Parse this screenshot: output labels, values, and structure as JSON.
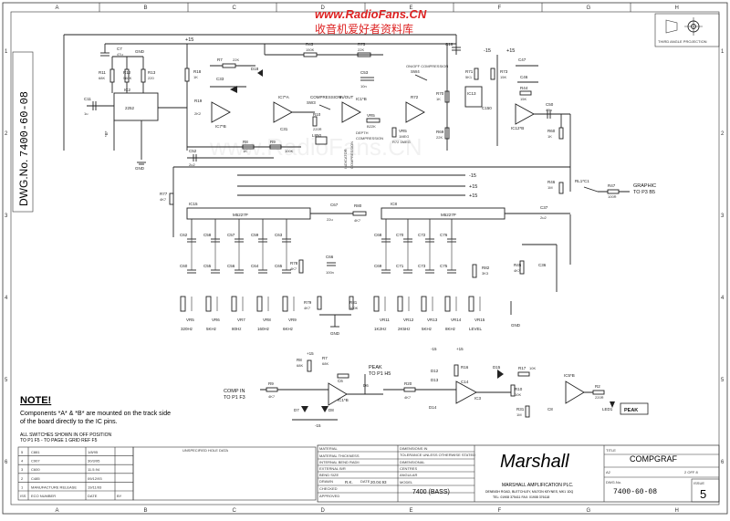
{
  "header": {
    "watermark_site": "www.RadioFans.CN",
    "watermark_cn": "收音机爱好者资料库",
    "third_angle": "THIRD ANGLE PROJECTION"
  },
  "side": {
    "dwg_label": "DWG.No.",
    "dwg_no": "7400-60-08"
  },
  "grid": {
    "cols": [
      "A",
      "B",
      "C",
      "D",
      "E",
      "F",
      "G",
      "H"
    ],
    "rows": [
      "1",
      "2",
      "3",
      "4",
      "5",
      "6"
    ]
  },
  "circuit": {
    "supplies": {
      "pos": "+15",
      "neg": "-15",
      "gnd": "GND"
    },
    "components_top": [
      {
        "ref": "C7",
        "val": "47u"
      },
      {
        "ref": "R11",
        "val": "68K"
      },
      {
        "ref": "R12",
        "val": "560K"
      },
      {
        "ref": "R13",
        "val": "220"
      },
      {
        "ref": "R18",
        "val": "1K"
      },
      {
        "ref": "R7",
        "val": "22K"
      },
      {
        "ref": "R43",
        "val": "150K"
      },
      {
        "ref": "R75",
        "val": "22K"
      },
      {
        "ref": "C53",
        "val": "10n"
      },
      {
        "ref": "R19",
        "val": "2K2"
      },
      {
        "ref": "D18",
        "val": ""
      },
      {
        "ref": "C33",
        "val": ""
      },
      {
        "ref": "C11",
        "val": "1u"
      },
      {
        "ref": "IC2",
        "val": "2252"
      },
      {
        "ref": "IC7*A",
        "val": ""
      },
      {
        "ref": "IC7*B",
        "val": ""
      },
      {
        "ref": "C31",
        "val": ""
      },
      {
        "ref": "R10",
        "val": "220R"
      },
      {
        "ref": "IC1*B",
        "val": ""
      },
      {
        "ref": "VR5",
        "val": "B22K"
      },
      {
        "ref": "R72",
        "val": "1MEG"
      },
      {
        "ref": "IC1A*A",
        "val": ""
      },
      {
        "ref": "R70",
        "val": "1K"
      },
      {
        "ref": "R69",
        "val": "22K"
      },
      {
        "ref": "C16",
        "val": "100u"
      },
      {
        "ref": "R71",
        "val": "5K1"
      },
      {
        "ref": "R73",
        "val": "15K"
      },
      {
        "ref": "IC13",
        "val": ""
      },
      {
        "ref": "C47",
        "val": ""
      },
      {
        "ref": "C46",
        "val": ""
      },
      {
        "ref": "R44",
        "val": "15K"
      },
      {
        "ref": "C150",
        "val": ""
      },
      {
        "ref": "IC12*B",
        "val": ""
      },
      {
        "ref": "C50",
        "val": "47u"
      },
      {
        "ref": "R60",
        "val": "1K"
      },
      {
        "ref": "C52",
        "val": "2u2"
      },
      {
        "ref": "R8",
        "val": "1K"
      },
      {
        "ref": "R9",
        "val": "100K"
      },
      {
        "ref": "L850",
        "val": ""
      },
      {
        "ref": "D",
        "val": ""
      }
    ],
    "annotations": {
      "compression": "COMPRESSION",
      "compression_in_out": "IN/OUT",
      "sw3": "SW3",
      "indicator_led": "INDICATOR",
      "compression_v": "COMPRESSION",
      "depth": "DEPTH",
      "compression2": "COMPRESSION",
      "on_off_compression": "ON/OFF COMPRESSION",
      "sw4": "SW4",
      "graphic_out": "GRAPHIC",
      "to_p3": "TO P3 B5",
      "rl": "RL1*C1",
      "r46": "R46",
      "r46v": "1M",
      "r47": "R47",
      "r47v": "100R"
    },
    "eq_left": {
      "ic": "IC15",
      "chip": "M5227P",
      "c67": "C67",
      "c67v": "22u",
      "r77": "R77",
      "r77v": "4K7",
      "pots": [
        {
          "ref": "VR5",
          "freq": "320Hz"
        },
        {
          "ref": "VR6",
          "freq": "5KHz"
        },
        {
          "ref": "VR7",
          "freq": "80Hz"
        },
        {
          "ref": "VR8",
          "freq": "160Hz"
        },
        {
          "ref": "VR9",
          "freq": "6KHz"
        }
      ],
      "caps": [
        "C62",
        "C58",
        "C57",
        "C59",
        "C63",
        "C60",
        "C55",
        "C56",
        "C64",
        "C65"
      ],
      "r78": "R78",
      "r78v": "4K7",
      "c66": "C66",
      "c66v": "100n"
    },
    "eq_right": {
      "ic": "IC8",
      "chip": "M5227P",
      "r80": "R80",
      "r80v": "4K7",
      "c37": "C37",
      "c37v": "2u2",
      "pots": [
        {
          "ref": "VR11",
          "freq": "1K2Hz"
        },
        {
          "ref": "VR12",
          "freq": "2K5Hz"
        },
        {
          "ref": "VR13",
          "freq": "5KHz"
        },
        {
          "ref": "VR14",
          "freq": "8KHz"
        },
        {
          "ref": "VR15",
          "freq": "LEVEL"
        }
      ],
      "caps": [
        "C68",
        "C70",
        "C72",
        "C76",
        "C69",
        "C71",
        "C73",
        "C75"
      ],
      "r82": "R82",
      "r82v": "3K3",
      "r45": "R45",
      "r45v": "4K7",
      "c36": "C36"
    },
    "mid": {
      "r79": "R79",
      "r79v": "4K7",
      "r81": "R81",
      "r81v": "100K",
      "gnd": "GND"
    },
    "bottom_left": {
      "comp_in": "COMP IN",
      "to_pins": "TO P1 F3",
      "r9": "R9",
      "r9v": "4K7",
      "r8": "R8",
      "r8v": "68K",
      "r7": "R7",
      "r7v": "68K",
      "c6": "C6",
      "ic1b": "IC1*B",
      "r6": "R6",
      "d6": "D6",
      "d7": "D7",
      "d8": "D8",
      "peak_to": "PEAK",
      "peak_to2": "TO P1 H5"
    },
    "bottom_right": {
      "r20": "R20",
      "r20v": "4K7",
      "d12": "D12",
      "d13": "D13",
      "d14": "D14",
      "r16": "R16",
      "c14": "C14",
      "ic3": "IC3",
      "d15": "D15",
      "r17": "R17",
      "r17v": "10K",
      "r10": "R10",
      "r10v": "10K",
      "r31": "R31",
      "r31v": "1M",
      "c8": "C8",
      "ic5b": "IC5*B",
      "r2": "R2",
      "r2v": "220R",
      "led1": "LED1",
      "peak_box": "PEAK"
    }
  },
  "note": {
    "title": "NOTE!",
    "body": "Components *A* & *B* are mounted on the track side of the board directly to the IC pins.",
    "switch": "ALL SWITCHES SHOWN IN OFF POSITION",
    "ref": "TO P1 F5 - TO PAGE 1 GRID REF F5"
  },
  "revisions": {
    "header": [
      "ISS",
      "ECO NUMBER",
      "DATE",
      "BY"
    ],
    "rows": [
      {
        "iss": "5",
        "eco": "C881",
        "date": "1/8/95",
        "by": ""
      },
      {
        "iss": "4",
        "eco": "C907",
        "date": "30/3/95",
        "by": ""
      },
      {
        "iss": "3",
        "eco": "C600",
        "date": "11.5.94",
        "by": ""
      },
      {
        "iss": "2",
        "eco": "C485",
        "date": "09/12/93",
        "by": ""
      },
      {
        "iss": "1",
        "eco": "MANUFACTURE RELEASE",
        "date": "19/11/93",
        "by": ""
      }
    ],
    "unspecified": "UNSPECIFIED HOLE DATA"
  },
  "title_block": {
    "material": "MATERIAL",
    "material_thickness": "MATERIAL THICKNESS",
    "internal_bend": "INTERNAL BEND RADII",
    "external": "EXTERNAL B/R",
    "bend_size": "BEND SIZE",
    "drawn": "DRAWN",
    "drawn_by": "R.K.",
    "date": "DATE",
    "date_val": "20.04.93",
    "checked": "CHECKED",
    "approved": "APPROVED",
    "dimensions_in": "DIMENSIONS IN",
    "tolerance": "TOLERANCE UNLESS OTHERWISE STATED",
    "dimensional": "DIMENSIONAL",
    "centres": "CENTRES",
    "angular": "ANGULAR",
    "model": "MODEL",
    "model_val": "7400 (BASS)",
    "company_logo": "Marshall",
    "company": "MARSHALL AMPLIFICATION PLC.",
    "address": "DENBIGH ROAD, BLETCHLEY, MILTON KEYNES, MK1 1DQ",
    "tel": "TEL: 01908 375411 FAX: 01908 376118",
    "title_label": "TITLE",
    "title_val": "COMPGRAF",
    "size": "A2",
    "sheet": "2 OFF 8",
    "dwg_label": "DWG.No.",
    "dwg_val": "7400-60-08",
    "issue_label": "ISSUE",
    "issue_val": "5"
  }
}
